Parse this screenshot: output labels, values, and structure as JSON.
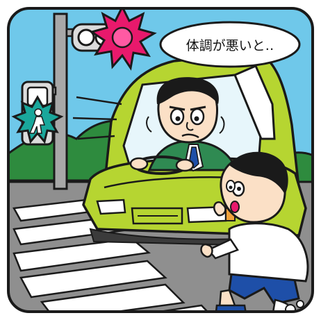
{
  "speech_bubble": {
    "text": "体調が悪いと‥"
  },
  "colors": {
    "frame_border": "#1a1a1a",
    "sky": "#6fc8ea",
    "hills": "#2e8b3e",
    "road": "#8f8f8f",
    "crosswalk": "#ffffff",
    "car_body": "#b6d531",
    "red_signal": "#e8196c",
    "green_signal": "#1aa79b",
    "skin": "#fbe0c6",
    "boy_shorts": "#1e4fa8"
  },
  "icons": {
    "vehicle_signal": "red-light-on",
    "pedestrian_signal": "green-walk-figure"
  }
}
